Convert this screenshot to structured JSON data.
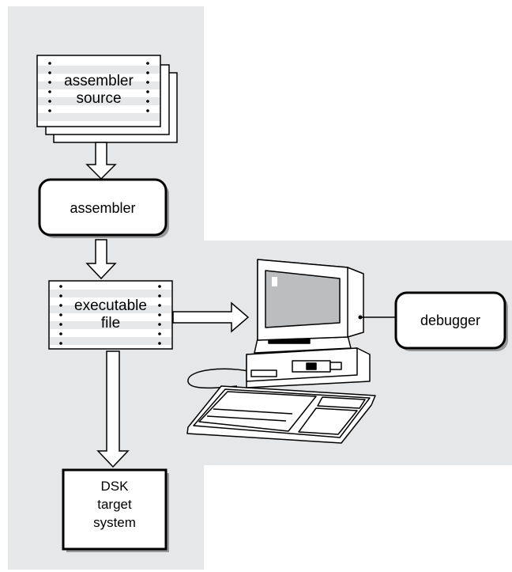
{
  "nodes": {
    "assembler_source": {
      "line1": "assembler",
      "line2": "source"
    },
    "assembler": {
      "label": "assembler"
    },
    "executable_file": {
      "line1": "executable",
      "line2": "file"
    },
    "debugger": {
      "label": "debugger"
    },
    "dsk_target": {
      "line1": "DSK",
      "line2": "target",
      "line3": "system"
    }
  },
  "colors": {
    "panel": "#e6e7e8",
    "stroke": "#000000",
    "doc_stripe": "#e6e7e8",
    "box_fill": "#ffffff"
  },
  "icons": [
    "computer-icon"
  ]
}
